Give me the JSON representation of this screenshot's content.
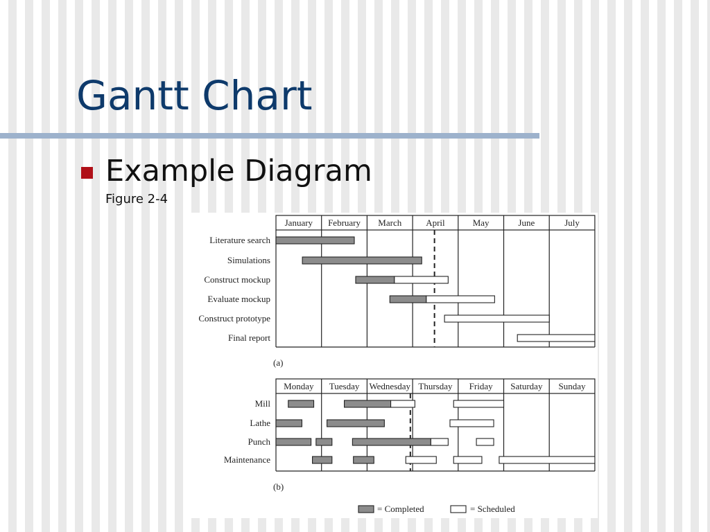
{
  "slide": {
    "title": "Gantt Chart",
    "bullet": "Example Diagram",
    "sub": "Figure 2-4"
  },
  "colors": {
    "title": "#0e3a6b",
    "rule": "#9db2cc",
    "bullet": "#b01018",
    "completed": "#8c8c8c",
    "scheduled": "#ffffff"
  },
  "chart_data": [
    {
      "type": "gantt",
      "panel_label": "(a)",
      "categories": [
        "January",
        "February",
        "March",
        "April",
        "May",
        "June",
        "July"
      ],
      "tasks": [
        {
          "name": "Literature search",
          "segments": [
            {
              "status": "completed",
              "start": 0.0,
              "end": 1.72
            }
          ]
        },
        {
          "name": "Simulations",
          "segments": [
            {
              "status": "completed",
              "start": 0.58,
              "end": 3.2
            }
          ]
        },
        {
          "name": "Construct mockup",
          "segments": [
            {
              "status": "completed",
              "start": 1.75,
              "end": 2.6
            },
            {
              "status": "scheduled",
              "start": 2.6,
              "end": 3.78
            }
          ]
        },
        {
          "name": "Evaluate mockup",
          "segments": [
            {
              "status": "completed",
              "start": 2.5,
              "end": 3.3
            },
            {
              "status": "scheduled",
              "start": 3.3,
              "end": 4.8
            }
          ]
        },
        {
          "name": "Construct prototype",
          "segments": [
            {
              "status": "scheduled",
              "start": 3.7,
              "end": 6.0
            }
          ]
        },
        {
          "name": "Final report",
          "segments": [
            {
              "status": "scheduled",
              "start": 5.3,
              "end": 7.0
            }
          ]
        }
      ],
      "today_marker": 3.48
    },
    {
      "type": "gantt",
      "panel_label": "(b)",
      "categories": [
        "Monday",
        "Tuesday",
        "Wednesday",
        "Thursday",
        "Friday",
        "Saturday",
        "Sunday"
      ],
      "tasks": [
        {
          "name": "Mill",
          "segments": [
            {
              "status": "completed",
              "start": 0.27,
              "end": 0.83
            },
            {
              "status": "completed",
              "start": 1.5,
              "end": 2.52
            },
            {
              "status": "scheduled",
              "start": 2.52,
              "end": 3.05
            },
            {
              "status": "scheduled",
              "start": 3.9,
              "end": 5.0
            }
          ]
        },
        {
          "name": "Lathe",
          "segments": [
            {
              "status": "completed",
              "start": 0.0,
              "end": 0.57
            },
            {
              "status": "completed",
              "start": 1.12,
              "end": 2.38
            },
            {
              "status": "scheduled",
              "start": 3.82,
              "end": 4.78
            }
          ]
        },
        {
          "name": "Punch",
          "segments": [
            {
              "status": "completed",
              "start": 0.0,
              "end": 0.77
            },
            {
              "status": "completed",
              "start": 0.88,
              "end": 1.23
            },
            {
              "status": "completed",
              "start": 1.68,
              "end": 3.4
            },
            {
              "status": "scheduled",
              "start": 3.4,
              "end": 3.78
            },
            {
              "status": "scheduled",
              "start": 4.4,
              "end": 4.78
            }
          ]
        },
        {
          "name": "Maintenance",
          "segments": [
            {
              "status": "completed",
              "start": 0.8,
              "end": 1.23
            },
            {
              "status": "completed",
              "start": 1.7,
              "end": 2.15
            },
            {
              "status": "scheduled",
              "start": 2.85,
              "end": 3.52
            },
            {
              "status": "scheduled",
              "start": 3.9,
              "end": 4.52
            },
            {
              "status": "scheduled",
              "start": 4.9,
              "end": 7.0
            }
          ]
        }
      ],
      "today_marker": 2.95
    }
  ],
  "legend": {
    "completed": "= Completed",
    "scheduled": "= Scheduled"
  }
}
